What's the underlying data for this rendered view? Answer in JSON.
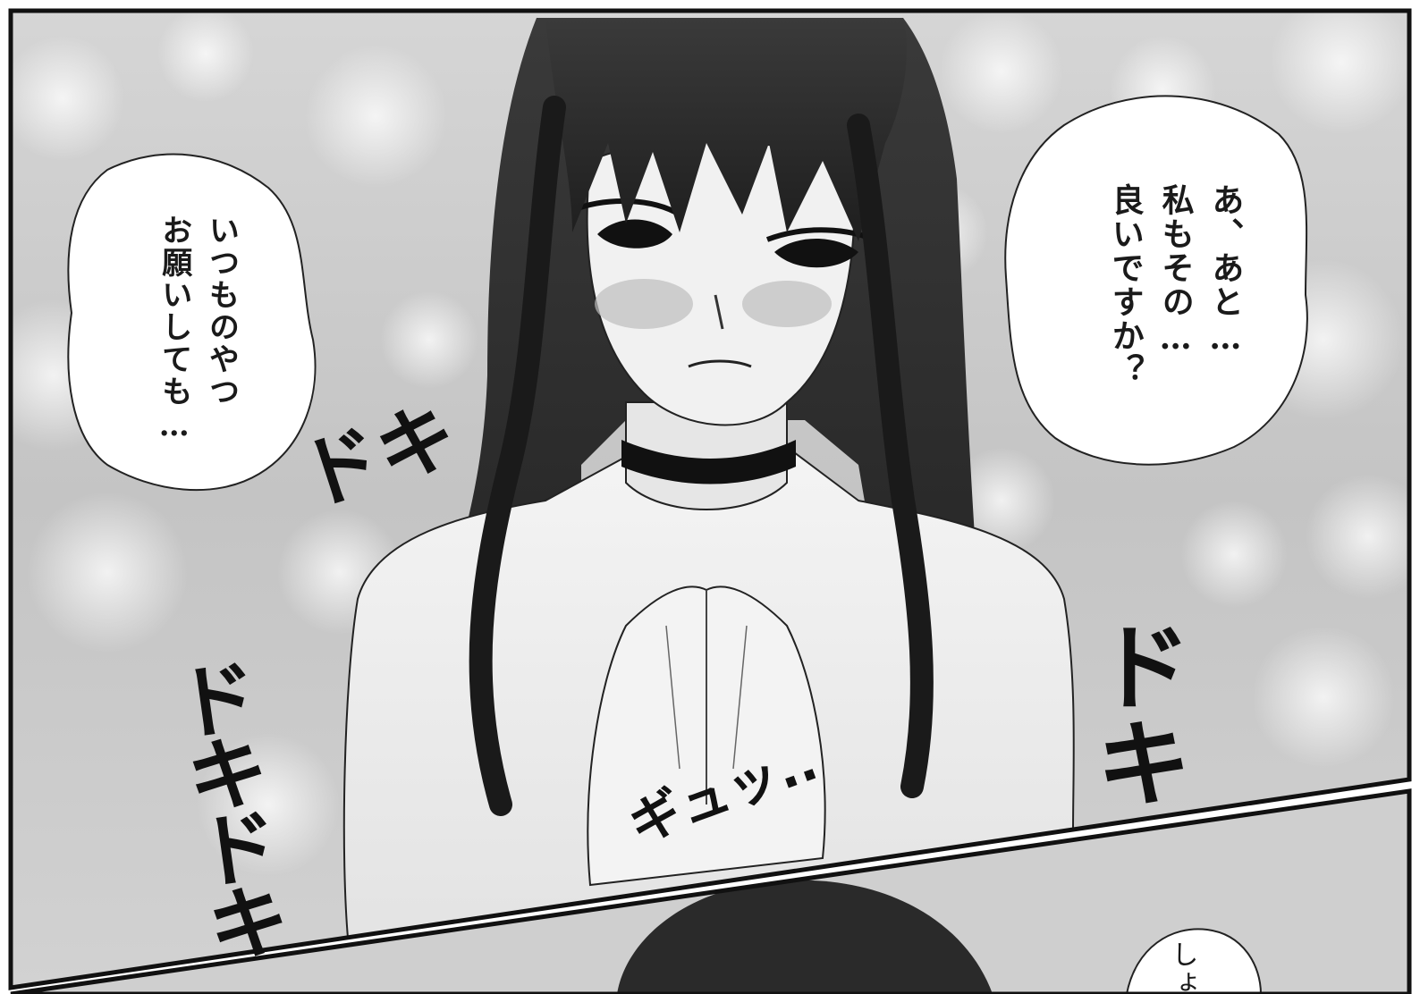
{
  "panels": {
    "top": {
      "bubble_left": {
        "lines": [
          "いつものやつ",
          "お願いしても…"
        ]
      },
      "bubble_right": {
        "lines": [
          "あ、あと…",
          "私もその…",
          "良いですか？"
        ]
      },
      "sfx": {
        "doki_1": "ドキ",
        "doki_2": "ドキ",
        "dokidoki": "ドキドキ",
        "gyu": "ギュッ.."
      }
    },
    "bottom": {
      "bubble": {
        "text": "しょ"
      }
    }
  },
  "colors": {
    "ink": "#111111",
    "paper": "#ffffff",
    "tone": "#c8c8c8",
    "hair": "#2a2a2a"
  }
}
